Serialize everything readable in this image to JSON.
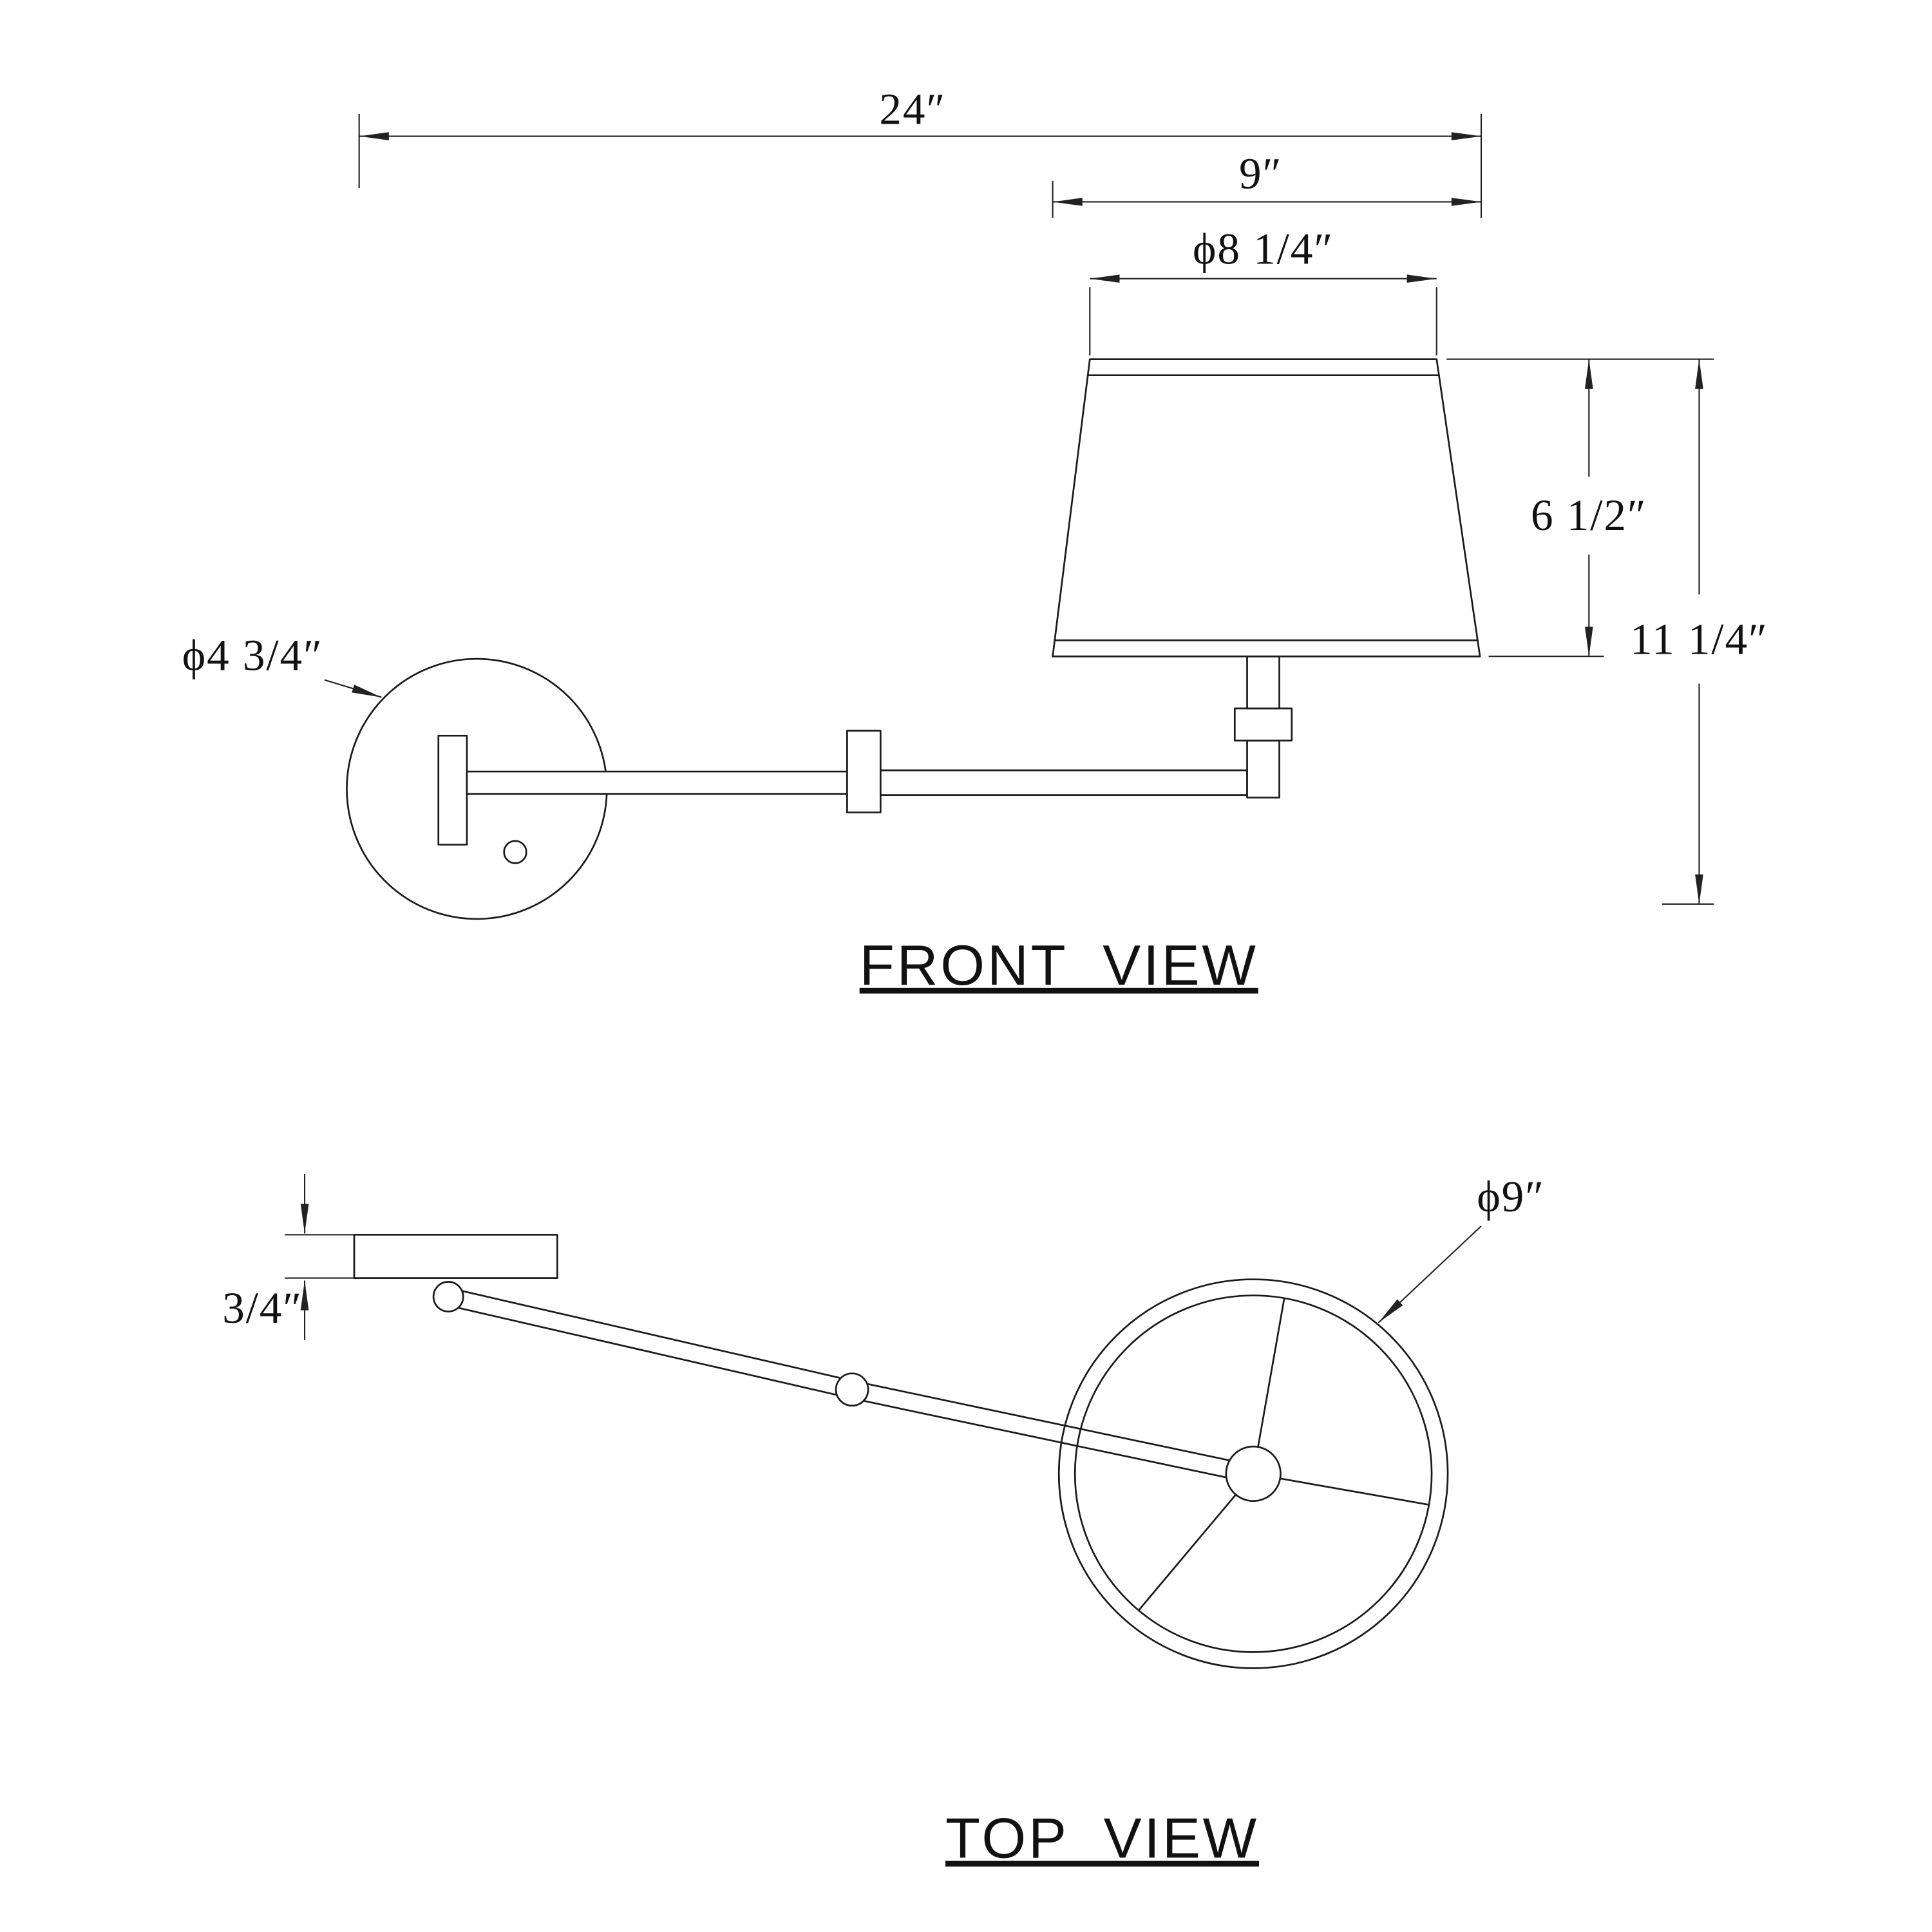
{
  "front_view": {
    "caption": "FRONT VIEW",
    "dim_overall_width": "24″",
    "dim_shade_bottom_width": "9″",
    "dim_shade_top_diameter": "ϕ8 1/4″",
    "dim_backplate_diameter": "ϕ4 3/4″",
    "dim_shade_height": "6 1/2″",
    "dim_overall_height": "11 1/4″"
  },
  "top_view": {
    "caption": "TOP VIEW",
    "dim_backplate_thickness": "3/4″",
    "dim_shade_diameter": "ϕ9″"
  },
  "colors": {
    "line": "#1a1a1a",
    "dimension_line": "#222222",
    "background": "#ffffff"
  }
}
